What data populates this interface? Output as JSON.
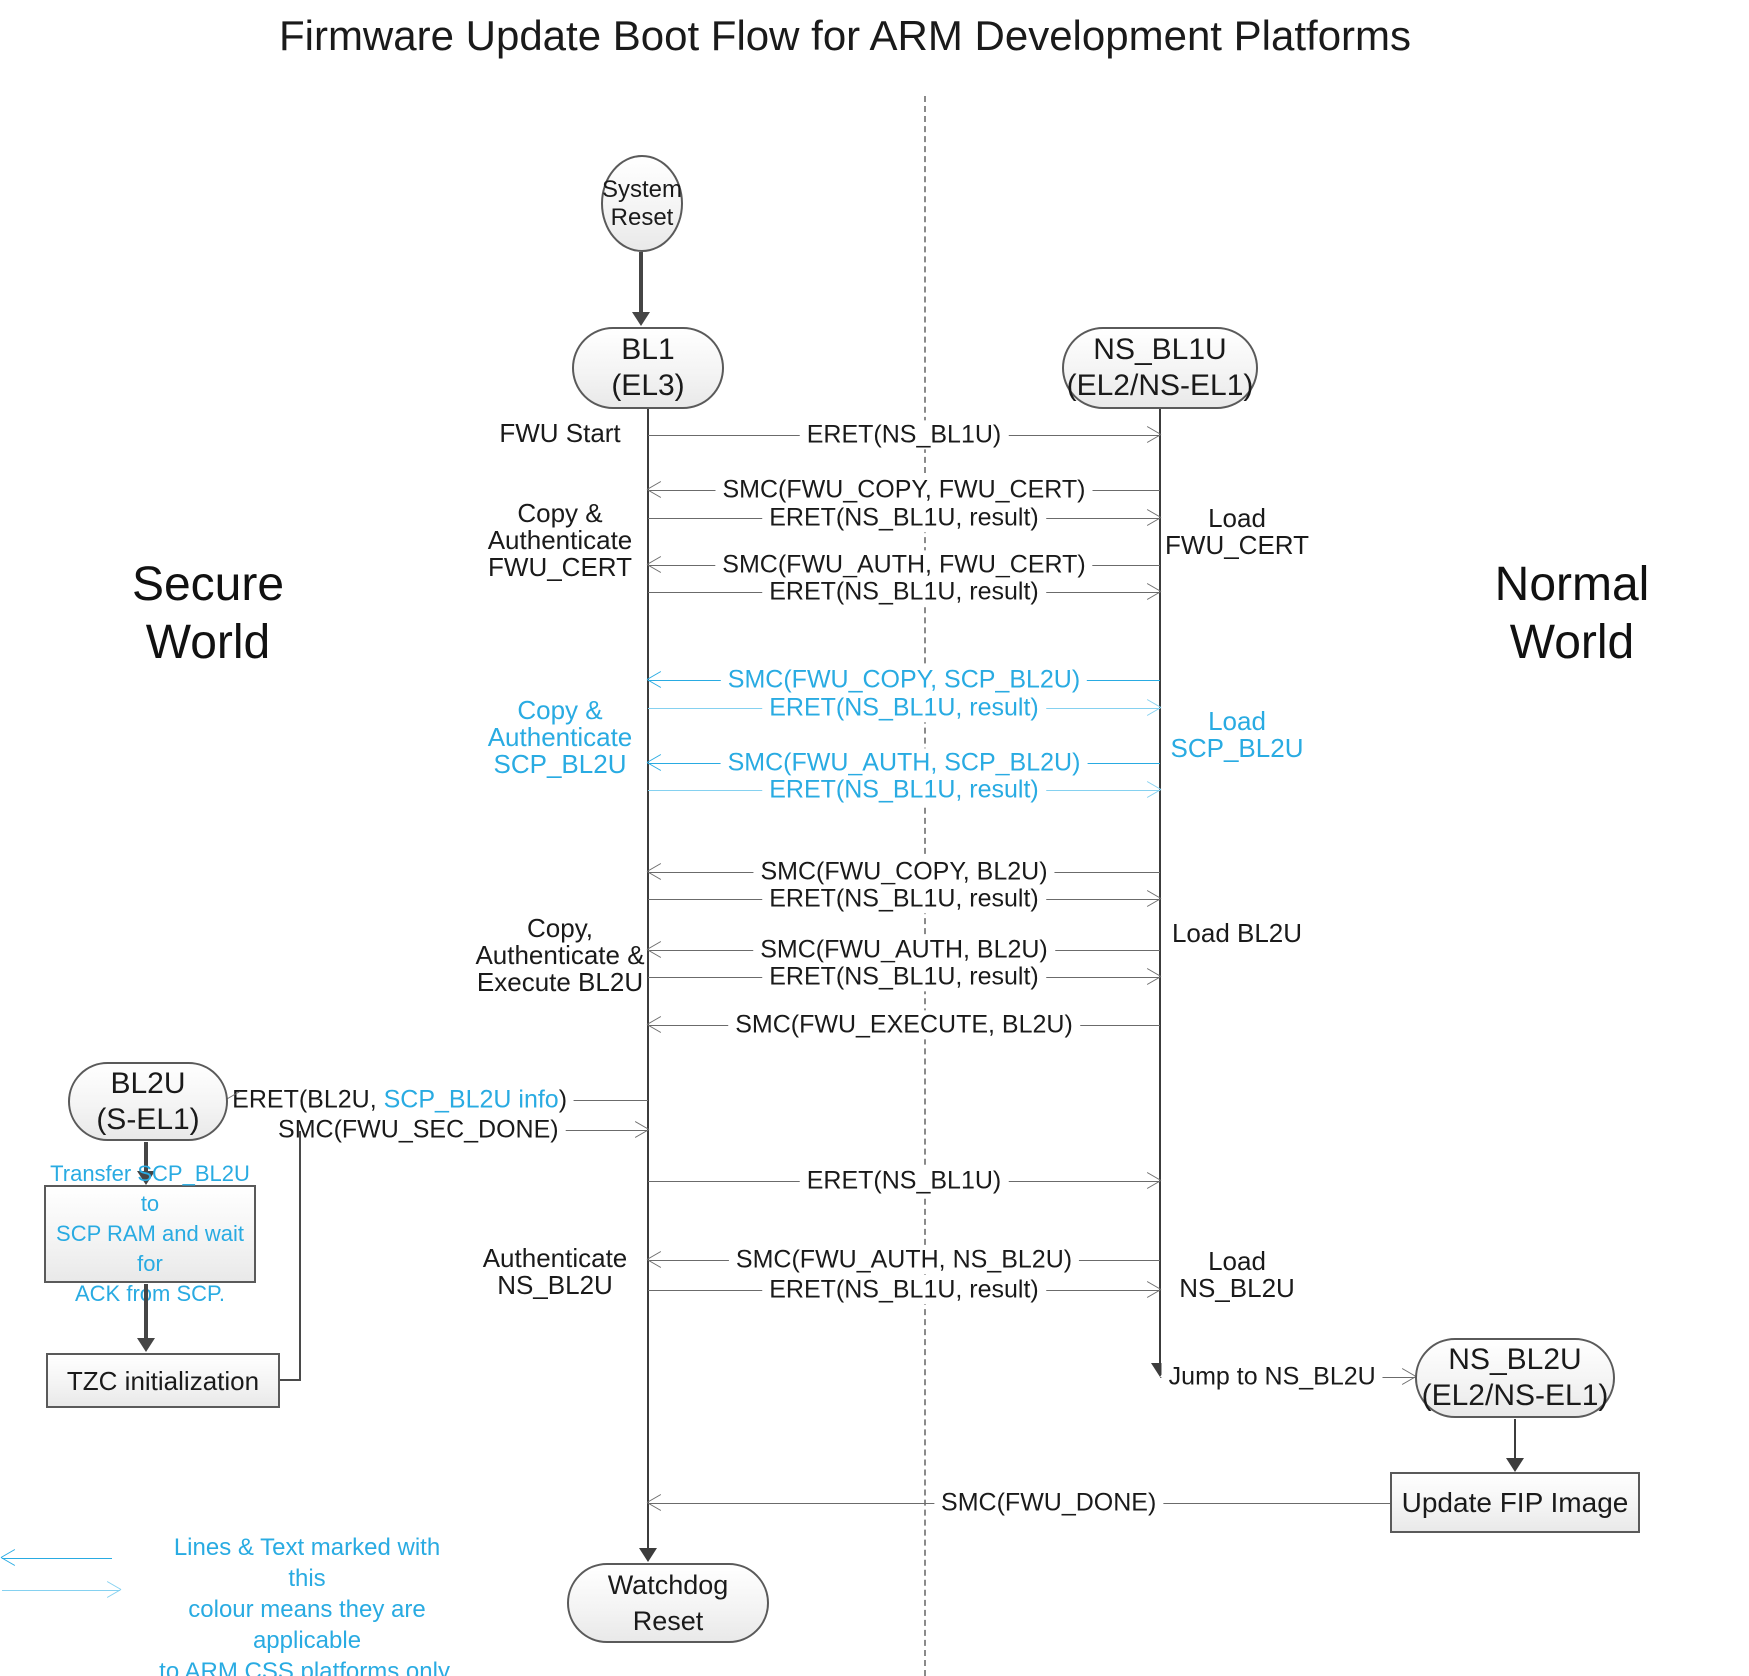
{
  "title": "Firmware Update Boot Flow for ARM Development Platforms",
  "colors": {
    "accent_blue": "#29ABE2",
    "accent_blue_light": "#85D1F0",
    "line_gray": "#6b6b6b",
    "dark_gray": "#454545"
  },
  "worlds": {
    "secure": [
      "Secure",
      "World"
    ],
    "normal": [
      "Normal",
      "World"
    ]
  },
  "nodes": {
    "system_reset": [
      "System",
      "Reset"
    ],
    "bl1": [
      "BL1",
      "(EL3)"
    ],
    "ns_bl1u": [
      "NS_BL1U",
      "(EL2/NS-EL1)"
    ],
    "bl2u": [
      "BL2U",
      "(S-EL1)"
    ],
    "ns_bl2u": [
      "NS_BL2U",
      "(EL2/NS-EL1)"
    ],
    "watchdog_reset": "Watchdog Reset",
    "transfer_scp": [
      "Transfer SCP_BL2U to",
      "SCP RAM and wait for",
      "ACK from SCP."
    ],
    "tzc_init": "TZC initialization",
    "update_fip": "Update FIP Image"
  },
  "side_labels": {
    "fwu_start": "FWU Start",
    "copy_auth_fwu_cert": [
      "Copy &",
      "Authenticate",
      "FWU_CERT"
    ],
    "load_fwu_cert": [
      "Load",
      "FWU_CERT"
    ],
    "copy_auth_scp_bl2u": [
      "Copy &",
      "Authenticate",
      "SCP_BL2U"
    ],
    "load_scp_bl2u": [
      "Load",
      "SCP_BL2U"
    ],
    "copy_auth_exec_bl2u": [
      "Copy,",
      "Authenticate &",
      "Execute BL2U"
    ],
    "load_bl2u": "Load BL2U",
    "authenticate_ns_bl2u": [
      "Authenticate",
      "NS_BL2U"
    ],
    "load_ns_bl2u": [
      "Load",
      "NS_BL2U"
    ]
  },
  "messages": {
    "fwu_start_eret": "ERET(NS_BL1U)",
    "smc_copy_fwu_cert": "SMC(FWU_COPY, FWU_CERT)",
    "eret_result_1": "ERET(NS_BL1U, result)",
    "smc_auth_fwu_cert": "SMC(FWU_AUTH, FWU_CERT)",
    "eret_result_2": "ERET(NS_BL1U, result)",
    "smc_copy_scp_bl2u": "SMC(FWU_COPY, SCP_BL2U)",
    "eret_result_3": "ERET(NS_BL1U, result)",
    "smc_auth_scp_bl2u": "SMC(FWU_AUTH, SCP_BL2U)",
    "eret_result_4": "ERET(NS_BL1U, result)",
    "smc_copy_bl2u": "SMC(FWU_COPY, BL2U)",
    "eret_result_5": "ERET(NS_BL1U, result)",
    "smc_auth_bl2u": "SMC(FWU_AUTH, BL2U)",
    "eret_result_6": "ERET(NS_BL1U, result)",
    "smc_execute_bl2u": "SMC(FWU_EXECUTE, BL2U)",
    "eret_bl2u_pre": "ERET(BL2U, ",
    "eret_bl2u_scp_info": "SCP_BL2U info",
    "eret_bl2u_post": ")",
    "smc_sec_done": "SMC(FWU_SEC_DONE)",
    "eret_ns_bl1u_2": "ERET(NS_BL1U)",
    "smc_auth_ns_bl2u": "SMC(FWU_AUTH, NS_BL2U)",
    "eret_result_7": "ERET(NS_BL1U, result)",
    "jump_ns_bl2u": "Jump to NS_BL2U",
    "smc_fwu_done": "SMC(FWU_DONE)"
  },
  "legend": {
    "text": [
      "Lines & Text marked with this",
      "colour means they are applicable",
      "to ARM CSS platforms only."
    ]
  }
}
